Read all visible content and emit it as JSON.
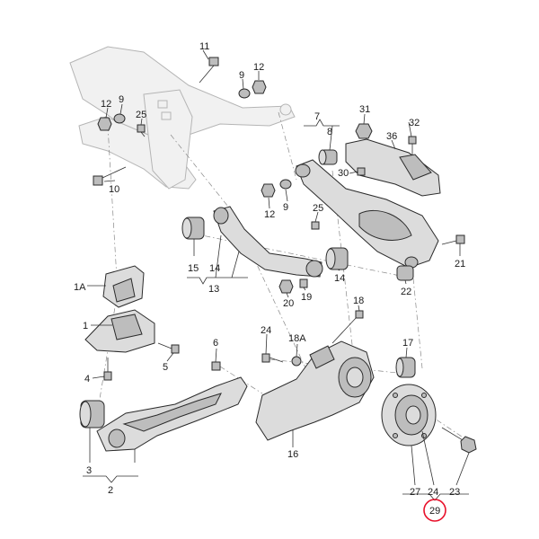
{
  "diagram": {
    "highlight_color": "#e8102a",
    "callouts": {
      "p1": "1",
      "p1a": "1A",
      "p2": "2",
      "p3": "3",
      "p4": "4",
      "p5": "5",
      "p6": "6",
      "p7": "7",
      "p8": "8",
      "p9a": "9",
      "p9b": "9",
      "p10": "10",
      "p11": "11",
      "p12a": "12",
      "p12b": "12",
      "p12c": "12",
      "p13": "13",
      "p14a": "14",
      "p14b": "14",
      "p15": "15",
      "p16": "16",
      "p17": "17",
      "p18": "18",
      "p18a": "18A",
      "p19": "19",
      "p20": "20",
      "p21": "21",
      "p22": "22",
      "p23": "23",
      "p24a": "24",
      "p24b": "24",
      "p25a": "25",
      "p25b": "25",
      "p27": "27",
      "p29": "29",
      "p30": "30",
      "p31": "31",
      "p32": "32",
      "p36": "36"
    }
  }
}
